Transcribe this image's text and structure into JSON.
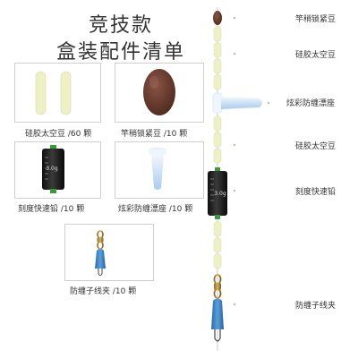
{
  "header": {
    "title_line1": "竞技款",
    "title_line2": "盒装配件清单"
  },
  "items": [
    {
      "caption": "硅胶太空豆 /60 颗",
      "icon": "silicone-space-bean-icon"
    },
    {
      "caption": "竿稍锁紧豆 /10 颗",
      "icon": "rod-lock-bean-icon"
    },
    {
      "caption": "刻度快速铅 /10 颗",
      "icon": "scale-quick-sinker-icon"
    },
    {
      "caption": "炫彩防缠漂座 /10 颗",
      "icon": "float-seat-icon"
    },
    {
      "caption": "防缠子线夹 /10 颗",
      "icon": "swivel-clip-icon"
    }
  ],
  "sinker_marking": "3.0g",
  "diagram_labels": {
    "rod_lock_bean": "竿稍锁紧豆",
    "silicone_bean_top": "硅胶太空豆",
    "float_seat": "炫彩防缠漂座",
    "silicone_bean_bottom": "硅胶太空豆",
    "quick_sinker": "刻度快速铅",
    "swivel_clip": "防缠子线夹"
  },
  "colors": {
    "bean": "#f1f3cf",
    "brown_bean": "#6a3a2c",
    "sinker": "#1c1c1c",
    "green_ring": "#3a9a3a",
    "clip_blue": "#3a7fc0",
    "float_seat": "#cfe4f6",
    "line": "#bfbfbf"
  }
}
